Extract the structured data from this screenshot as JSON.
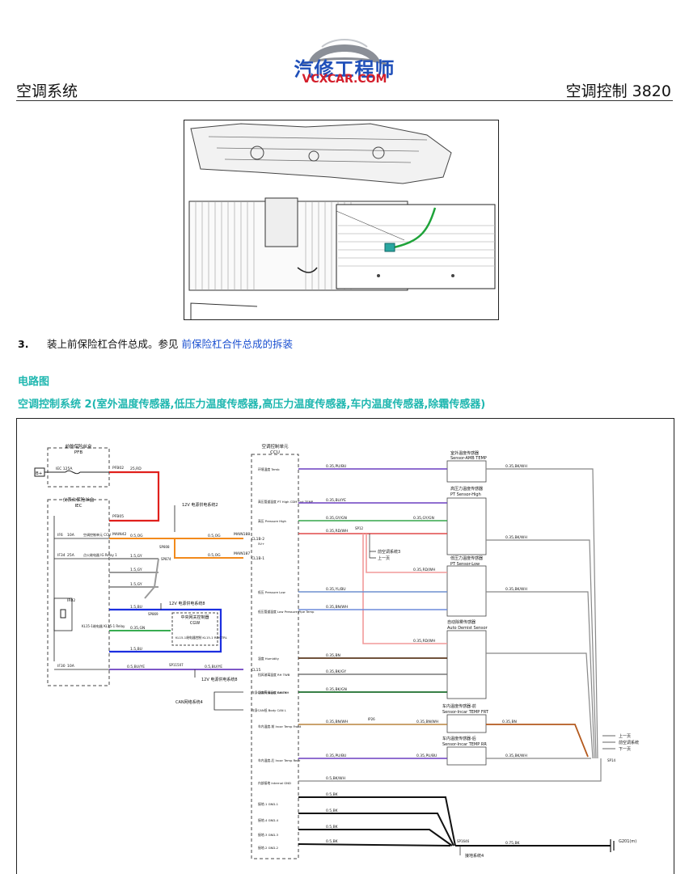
{
  "logo": {
    "brand_cn": "汽修工程师",
    "brand_url": "VCXCAR.COM"
  },
  "header": {
    "left_title": "空调系统",
    "right_title": "空调控制 3820"
  },
  "step": {
    "number": "3.",
    "text": "装上前保险杠合件总成。参见",
    "link": "前保险杠合件总成的拆装"
  },
  "section": {
    "title": "电路图",
    "subtitle": "空调控制系统 2(室外温度传感器,低压力温度传感器,高压力温度传感器,车内温度传感器,除霜传感器)"
  },
  "diagram": {
    "boxes": {
      "pfb": {
        "cn": "前舱保险丝盒",
        "en": "PFB"
      },
      "iec": {
        "cn": "仪表台保险丝盒",
        "en": "IEC"
      },
      "ccu": {
        "cn": "空调控制单元",
        "en": "CCU"
      },
      "cgw": {
        "cn": "中央网关控制器",
        "en": "CGW"
      },
      "amb": {
        "cn": "室外温度传感器",
        "en": "Sensor-AMB TEMP"
      },
      "pt_high": {
        "cn": "高压力温度传感器",
        "en": "PT Sensor-High"
      },
      "pt_low": {
        "cn": "低压力温度传感器",
        "en": "PT Sensor-Low"
      },
      "demist": {
        "cn": "自动除雾传感器",
        "en": "Auto Demist Sensor"
      },
      "incar_frt": {
        "cn": "车内温度传感器-前",
        "en": "Sensor-Incar TEMP FRT"
      },
      "incar_rr": {
        "cn": "车内温度传感器-后",
        "en": "Sensor-Incar TEMP RR"
      }
    },
    "fuses": {
      "b_plus": "B+",
      "iec_fuse": "IEC 125A",
      "if6": "IF6",
      "if6_amp": "10A",
      "if34": "IF34",
      "if34_amp": "25A",
      "if30": "IF30",
      "if30_amp": "10A",
      "ir02": "IR02"
    },
    "connectors": {
      "pfb02": "PFB02",
      "pfb05": "PFB05",
      "main42": "MAIN42",
      "main188": "MAIN188",
      "main187": "MAIN187",
      "sp808": "SP808",
      "sp874": "SP874",
      "sp869": "SP869",
      "sp11507": "SP11507",
      "sp12": "SP12",
      "ip26": "IP26",
      "sp14": "SP14",
      "sp1646": "SP1646",
      "g201": "G201(m)",
      "cl1b2": "CL1B-2",
      "cl1b1": "CL1B-1",
      "cl15": "CL15"
    },
    "wires": {
      "w25rd": "25,RD",
      "w05og": "0.5,OG",
      "w15gy": "1.5,GY",
      "w15bu": "1.5,BU",
      "w035gn": "0.35,GN",
      "w05buye": "0.5,BU/YE",
      "w035pubu": "0.35,PU/BU",
      "w035buye": "0.35,BU/YE",
      "w035gygn": "0.35,GY/GN",
      "w035rdwh": "0.35,RD/WH",
      "w035ylbu": "0.35,YL/BU",
      "w035bnwh": "0.35,BN/WH",
      "w035bkwh": "0.35,BK/WH",
      "w035bn": "0.35,BN",
      "w035bkgy": "0.35,BK/GY",
      "w035bkgn": "0.35,BK/GN",
      "w05bk": "0.5,BK",
      "w075bk": "0.75,BK",
      "w05bkwh": "0.5,BK/WH"
    },
    "ccu_pins": {
      "amb": "环境温度 Temb",
      "pt_high": "高压管道温度 PT High CDM Out TEMP",
      "p_high": "高压 Pressure High",
      "v5": "5V+",
      "p_low": "低压 Pressure Low",
      "pt_low": "低压管道温度 Low Pressure Pipe Temp",
      "humidity": "湿度 Humidity",
      "rh_twb": "挡风玻璃温度 RH TWB",
      "rh_tkh": "湿度气候温度 RH TKH",
      "incar_front": "车内温度-前 Incar Temp Front",
      "incar_rear": "车内温度-后 Incar Temp Rear",
      "internal_gnd": "内部接地 Internal GND",
      "gnd1": "接地-1 GND-1",
      "gnd4": "接地-4 GND-4",
      "gnd3": "接地-3 GND-3",
      "gnd2": "接地-2 GND-2",
      "can_h": "车身CAN高 Body CAN H",
      "can_l": "车身CAN低 Body CAN L"
    },
    "notes": {
      "power2": "12V 电源供电系统2",
      "power8a": "12V 电源供电系统8",
      "power8b": "12V 电源供电系统8",
      "can4": "CAN网络系统4",
      "prev_page": "上一页",
      "front_ac": "前空调系统3",
      "up_page": "上一页",
      "front_ac2": "前空调系统",
      "next_page": "下一页",
      "ground4": "接地系统4",
      "relay": "KL15-1继电器 KL15-1 Relay",
      "ig_relay": "点火继电器 IG Relay 1",
      "ccu_pwr": "空调控制单元 CCU",
      "kl15_ctrl": "KL15-1继电器控制 KL15-1 RLYCTRL"
    }
  }
}
